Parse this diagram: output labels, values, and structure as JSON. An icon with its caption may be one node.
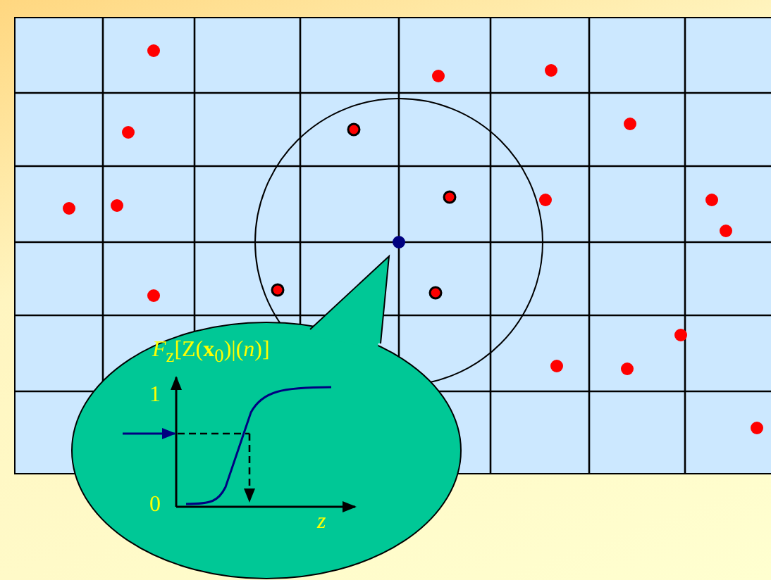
{
  "diagram": {
    "nodes": [
      {
        "text": [
          "*F*$_{z}$[Z(**x**$_{0}$)|(*n*)]",
          "1",
          "0",
          "*z*"
        ]
      }
    ]
  }
}
